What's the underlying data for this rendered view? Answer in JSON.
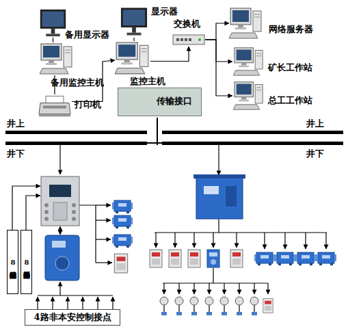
{
  "diagram": {
    "nodes": [
      {
        "text": [
          "备用显示器"
        ]
      },
      {
        "text": [
          "显示器"
        ]
      },
      {
        "text": [
          "备用监控主机"
        ]
      },
      {
        "text": [
          "打印机"
        ]
      },
      {
        "text": [
          "监控主机"
        ]
      },
      {
        "text": [
          "传输接口"
        ]
      },
      {
        "text": [
          "交换机"
        ]
      },
      {
        "text": [
          "网络服务器"
        ]
      },
      {
        "text": [
          "矿长工作站"
        ]
      },
      {
        "text": [
          "总工工作站"
        ]
      },
      {
        "text": [
          "8路模拟量传感器"
        ]
      },
      {
        "text": [
          "8路开关量传感器"
        ]
      },
      {
        "text": [
          "4路非本安控制接点"
        ]
      }
    ],
    "edges": [
      {
        "from": 0,
        "to": 2,
        "arrow": "none"
      },
      {
        "from": 2,
        "to": 3,
        "arrow": "none"
      },
      {
        "from": 3,
        "to": 4,
        "arrow": "to"
      },
      {
        "from": 1,
        "to": 4,
        "arrow": "none"
      },
      {
        "from": 4,
        "to": 6,
        "arrow": "to"
      },
      {
        "from": 6,
        "to": 7,
        "arrow": "to"
      },
      {
        "from": 6,
        "to": 8,
        "arrow": "to"
      },
      {
        "from": 6,
        "to": 9,
        "arrow": "to"
      }
    ],
    "labels": [
      "井上",
      "井上",
      "井下",
      "井下"
    ]
  }
}
